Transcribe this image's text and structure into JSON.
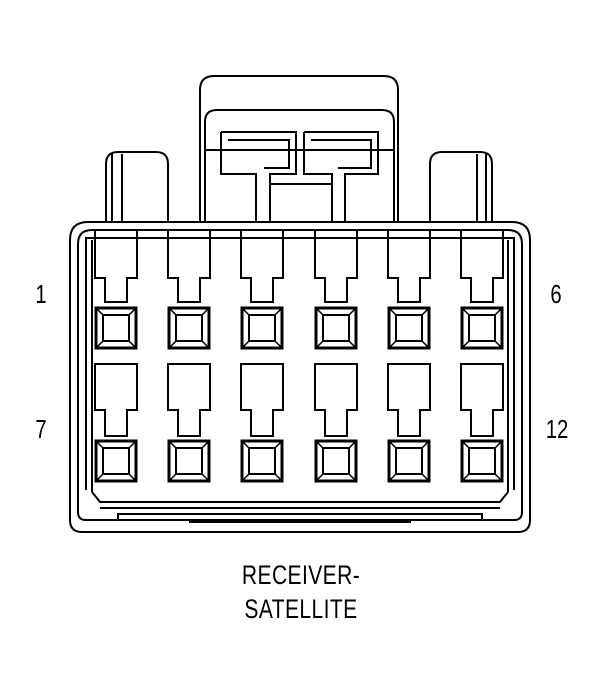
{
  "diagram": {
    "caption_line1": "RECEIVER-",
    "caption_line2": "SATELLITE",
    "pin_labels": {
      "top_left": "1",
      "top_right": "6",
      "bottom_left": "7",
      "bottom_right": "12"
    },
    "stroke_color": "#000000",
    "background_color": "#ffffff"
  }
}
